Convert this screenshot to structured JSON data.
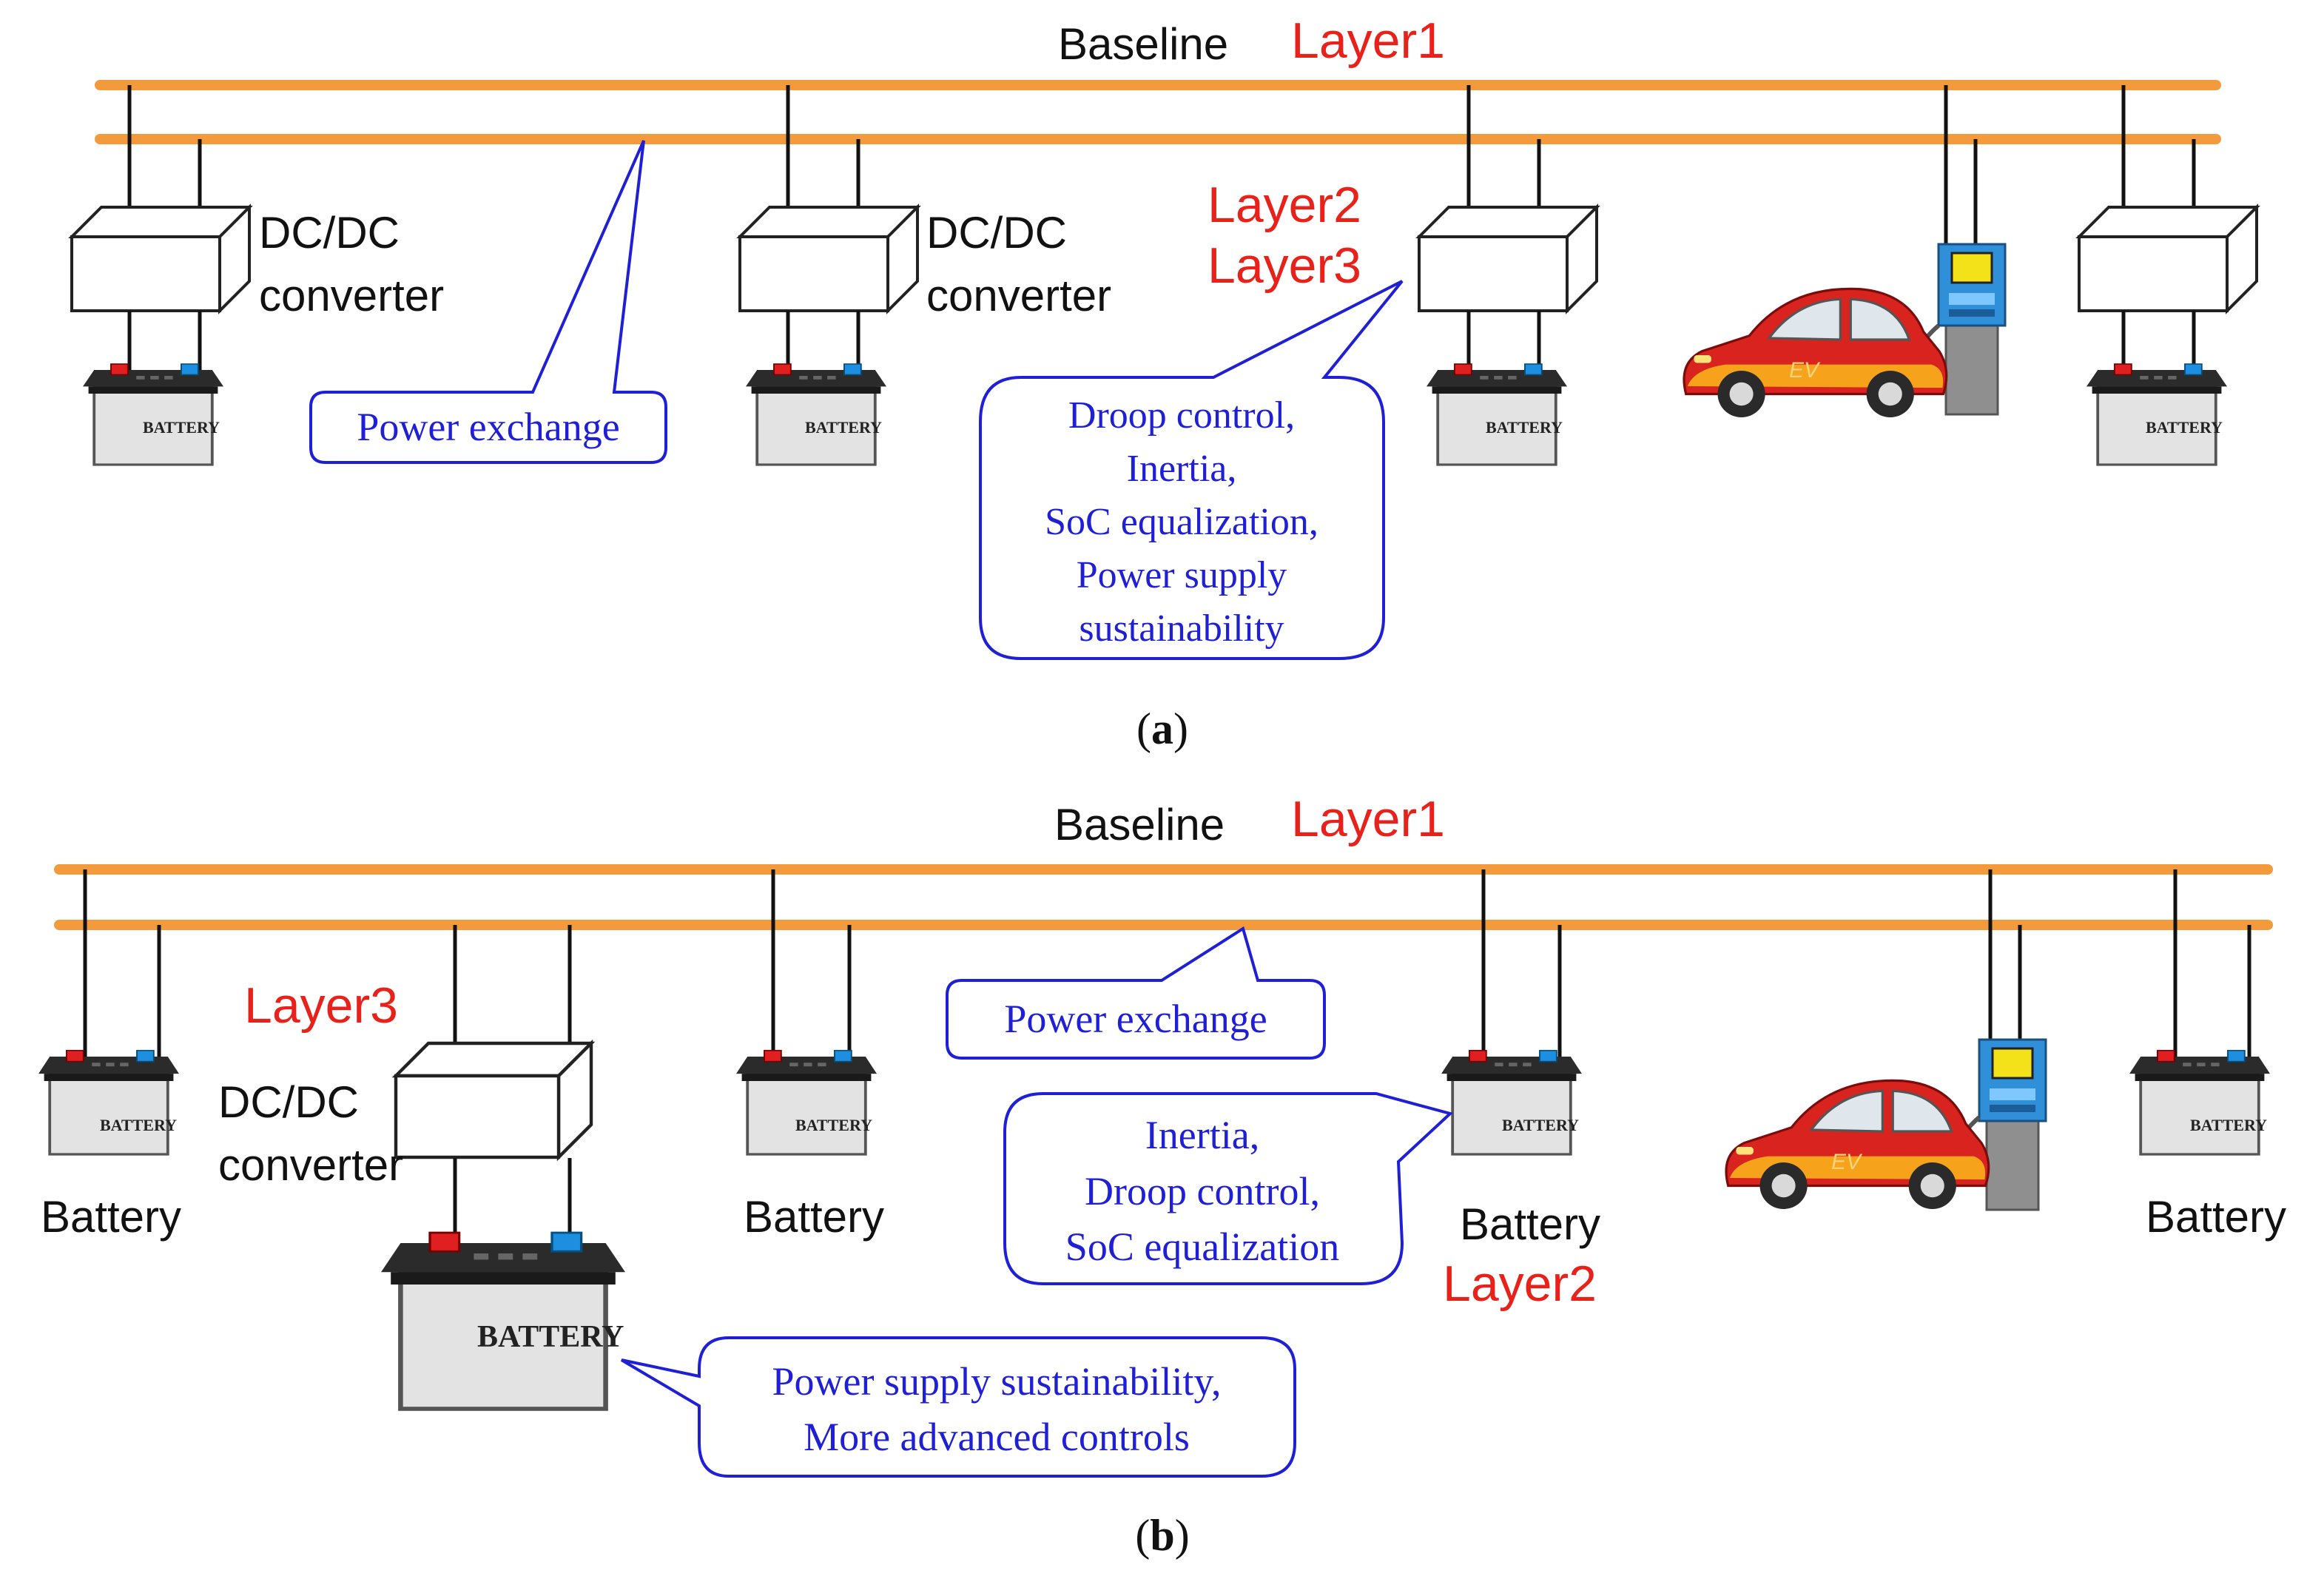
{
  "panel_a": {
    "baseline_label": "Baseline",
    "layer1_label": "Layer1",
    "converter_label_line1": "DC/DC",
    "converter_label_line2": "converter",
    "layer2_label": "Layer2",
    "layer3_label": "Layer3",
    "power_exchange_callout": "Power exchange",
    "control_callout_lines": [
      "Droop control,",
      "Inertia,",
      "SoC equalization,",
      "Power supply",
      "sustainability"
    ],
    "battery_text": "BATTERY",
    "ev_text": "EV",
    "caption_open": "(",
    "caption_letter": "a",
    "caption_close": ")"
  },
  "panel_b": {
    "baseline_label": "Baseline",
    "layer1_label": "Layer1",
    "layer3_label": "Layer3",
    "converter_label_line1": "DC/DC",
    "converter_label_line2": "converter",
    "battery_label": "Battery",
    "layer2_label": "Layer2",
    "power_exchange_callout": "Power exchange",
    "inertia_callout_lines": [
      "Inertia,",
      "Droop control,",
      "SoC equalization"
    ],
    "sustainability_callout_lines": [
      "Power supply sustainability,",
      "More advanced controls"
    ],
    "battery_text": "BATTERY",
    "ev_text": "EV",
    "caption_open": "(",
    "caption_letter": "b",
    "caption_close": ")"
  },
  "colors": {
    "bus": "#f39a3d",
    "layer_text": "#e8221b",
    "callout": "#1f1fd6",
    "wire": "#111111",
    "battery_body": "#e3e3e3",
    "battery_top": "#2b2b2b",
    "positive_terminal": "#e02020",
    "negative_terminal": "#1e8fe0",
    "car_body": "#d8231f",
    "car_stripe": "#f6a21a",
    "charger_screen": "#f3e21a",
    "charger_panel": "#2f8fd8"
  },
  "icons": [
    "battery-icon",
    "dc-dc-converter-icon",
    "ev-car-icon",
    "charging-station-icon"
  ]
}
